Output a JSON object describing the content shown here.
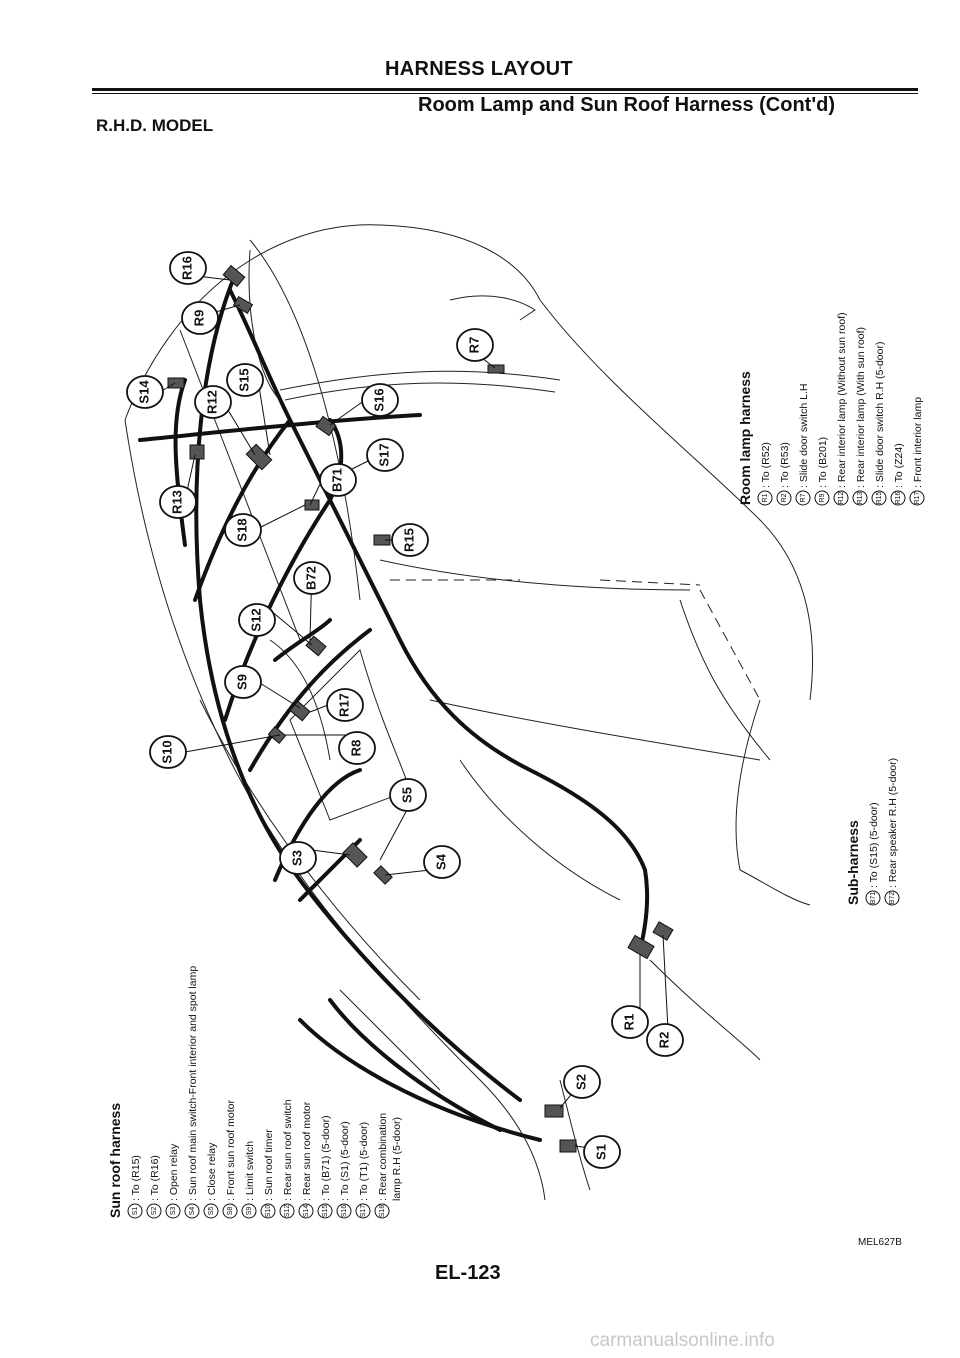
{
  "header": {
    "title": "HARNESS LAYOUT",
    "subtitle": "Room Lamp and Sun Roof Harness (Cont'd)"
  },
  "model_label": "R.H.D. MODEL",
  "diagram": {
    "connectors": [
      {
        "id": "R16",
        "label": "R16"
      },
      {
        "id": "R9",
        "label": "R9"
      },
      {
        "id": "R7",
        "label": "R7"
      },
      {
        "id": "S14",
        "label": "S14"
      },
      {
        "id": "R12",
        "label": "R12"
      },
      {
        "id": "S15",
        "label": "S15"
      },
      {
        "id": "S16",
        "label": "S16"
      },
      {
        "id": "S17",
        "label": "S17"
      },
      {
        "id": "R13",
        "label": "R13"
      },
      {
        "id": "S18",
        "label": "S18"
      },
      {
        "id": "B71",
        "label": "B71"
      },
      {
        "id": "R15",
        "label": "R15"
      },
      {
        "id": "B72",
        "label": "B72"
      },
      {
        "id": "S12",
        "label": "S12"
      },
      {
        "id": "S9",
        "label": "S9"
      },
      {
        "id": "R17",
        "label": "R17"
      },
      {
        "id": "R8",
        "label": "R8"
      },
      {
        "id": "S10",
        "label": "S10"
      },
      {
        "id": "S5",
        "label": "S5"
      },
      {
        "id": "S3",
        "label": "S3"
      },
      {
        "id": "S4",
        "label": "S4"
      },
      {
        "id": "R1",
        "label": "R1"
      },
      {
        "id": "R2",
        "label": "R2"
      },
      {
        "id": "S2",
        "label": "S2"
      },
      {
        "id": "S1",
        "label": "S1"
      }
    ]
  },
  "legends": {
    "sun_roof": {
      "title": "Sun roof harness",
      "items": [
        {
          "code": "S1",
          "text": ": To (R15)"
        },
        {
          "code": "S2",
          "text": ": To (R16)"
        },
        {
          "code": "S3",
          "text": ": Open relay"
        },
        {
          "code": "S4",
          "text": ": Sun roof main switch-Front interior and spot lamp"
        },
        {
          "code": "S5",
          "text": ": Close relay"
        },
        {
          "code": "S8",
          "text": ": Front sun roof motor"
        },
        {
          "code": "S9",
          "text": ": Limit switch"
        },
        {
          "code": "S10",
          "text": ": Sun roof timer"
        },
        {
          "code": "S12",
          "text": ": Rear sun roof switch"
        },
        {
          "code": "S14",
          "text": ": Rear sun roof motor"
        },
        {
          "code": "S15",
          "text": ": To (B71) (5-door)"
        },
        {
          "code": "S16",
          "text": ": To (S1) (5-door)"
        },
        {
          "code": "S17",
          "text": ": To (T1) (5-door)"
        },
        {
          "code": "S18",
          "text": ": Rear combination"
        },
        {
          "code": "",
          "text": "lamp R.H (5-door)"
        }
      ]
    },
    "room_lamp": {
      "title": "Room lamp harness",
      "items": [
        {
          "code": "R1",
          "text": ": To (R52)"
        },
        {
          "code": "R2",
          "text": ": To (R53)"
        },
        {
          "code": "R7",
          "text": ": Slide door switch L.H"
        },
        {
          "code": "R9",
          "text": ": To (B201)"
        },
        {
          "code": "R12",
          "text": ": Rear interior lamp (Without sun roof)"
        },
        {
          "code": "R13",
          "text": ": Rear interior lamp (With sun roof)"
        },
        {
          "code": "R15",
          "text": ": Slide door switch R.H (5-door)"
        },
        {
          "code": "R16",
          "text": ": To (Z24)"
        },
        {
          "code": "R17",
          "text": ": Front interior lamp"
        }
      ]
    },
    "sub": {
      "title": "Sub-harness",
      "items": [
        {
          "code": "B71",
          "text": ": To (S15) (5-door)"
        },
        {
          "code": "B72",
          "text": ": Rear speaker R.H (5-door)"
        }
      ]
    }
  },
  "figure_id": "MEL627B",
  "page_number": "EL-123",
  "watermark": "carmanualsonline.info"
}
